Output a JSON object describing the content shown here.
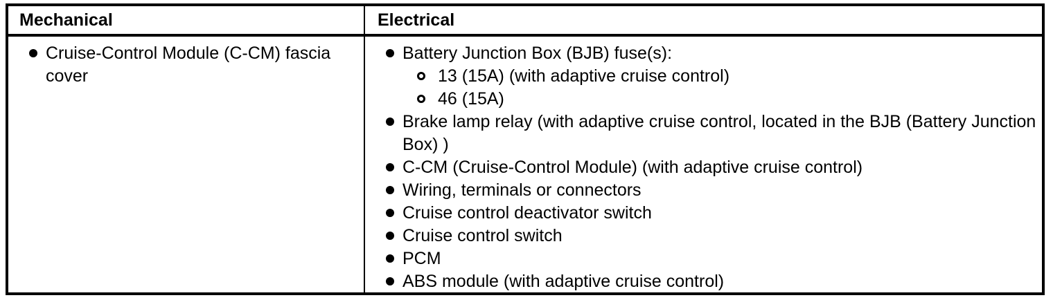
{
  "page": {
    "background_color": "#ffffff",
    "border_color": "#000000",
    "text_color": "#000000"
  },
  "table": {
    "columns": [
      {
        "header": "Mechanical",
        "items": [
          {
            "text": "Cruise-Control Module (C-CM) fascia cover",
            "sub": []
          }
        ]
      },
      {
        "header": "Electrical",
        "items": [
          {
            "text": "Battery Junction Box (BJB) fuse(s):",
            "sub": [
              "13 (15A) (with adaptive cruise control)",
              "46 (15A)"
            ]
          },
          {
            "text": "Brake lamp relay (with adaptive cruise control, located in the BJB (Battery Junction Box) )",
            "sub": []
          },
          {
            "text": "C-CM (Cruise-Control Module) (with adaptive cruise control)",
            "sub": []
          },
          {
            "text": "Wiring, terminals or connectors",
            "sub": []
          },
          {
            "text": "Cruise control deactivator switch",
            "sub": []
          },
          {
            "text": "Cruise control switch",
            "sub": []
          },
          {
            "text": "PCM",
            "sub": []
          },
          {
            "text": "ABS module (with adaptive cruise control)",
            "sub": []
          }
        ]
      }
    ]
  }
}
